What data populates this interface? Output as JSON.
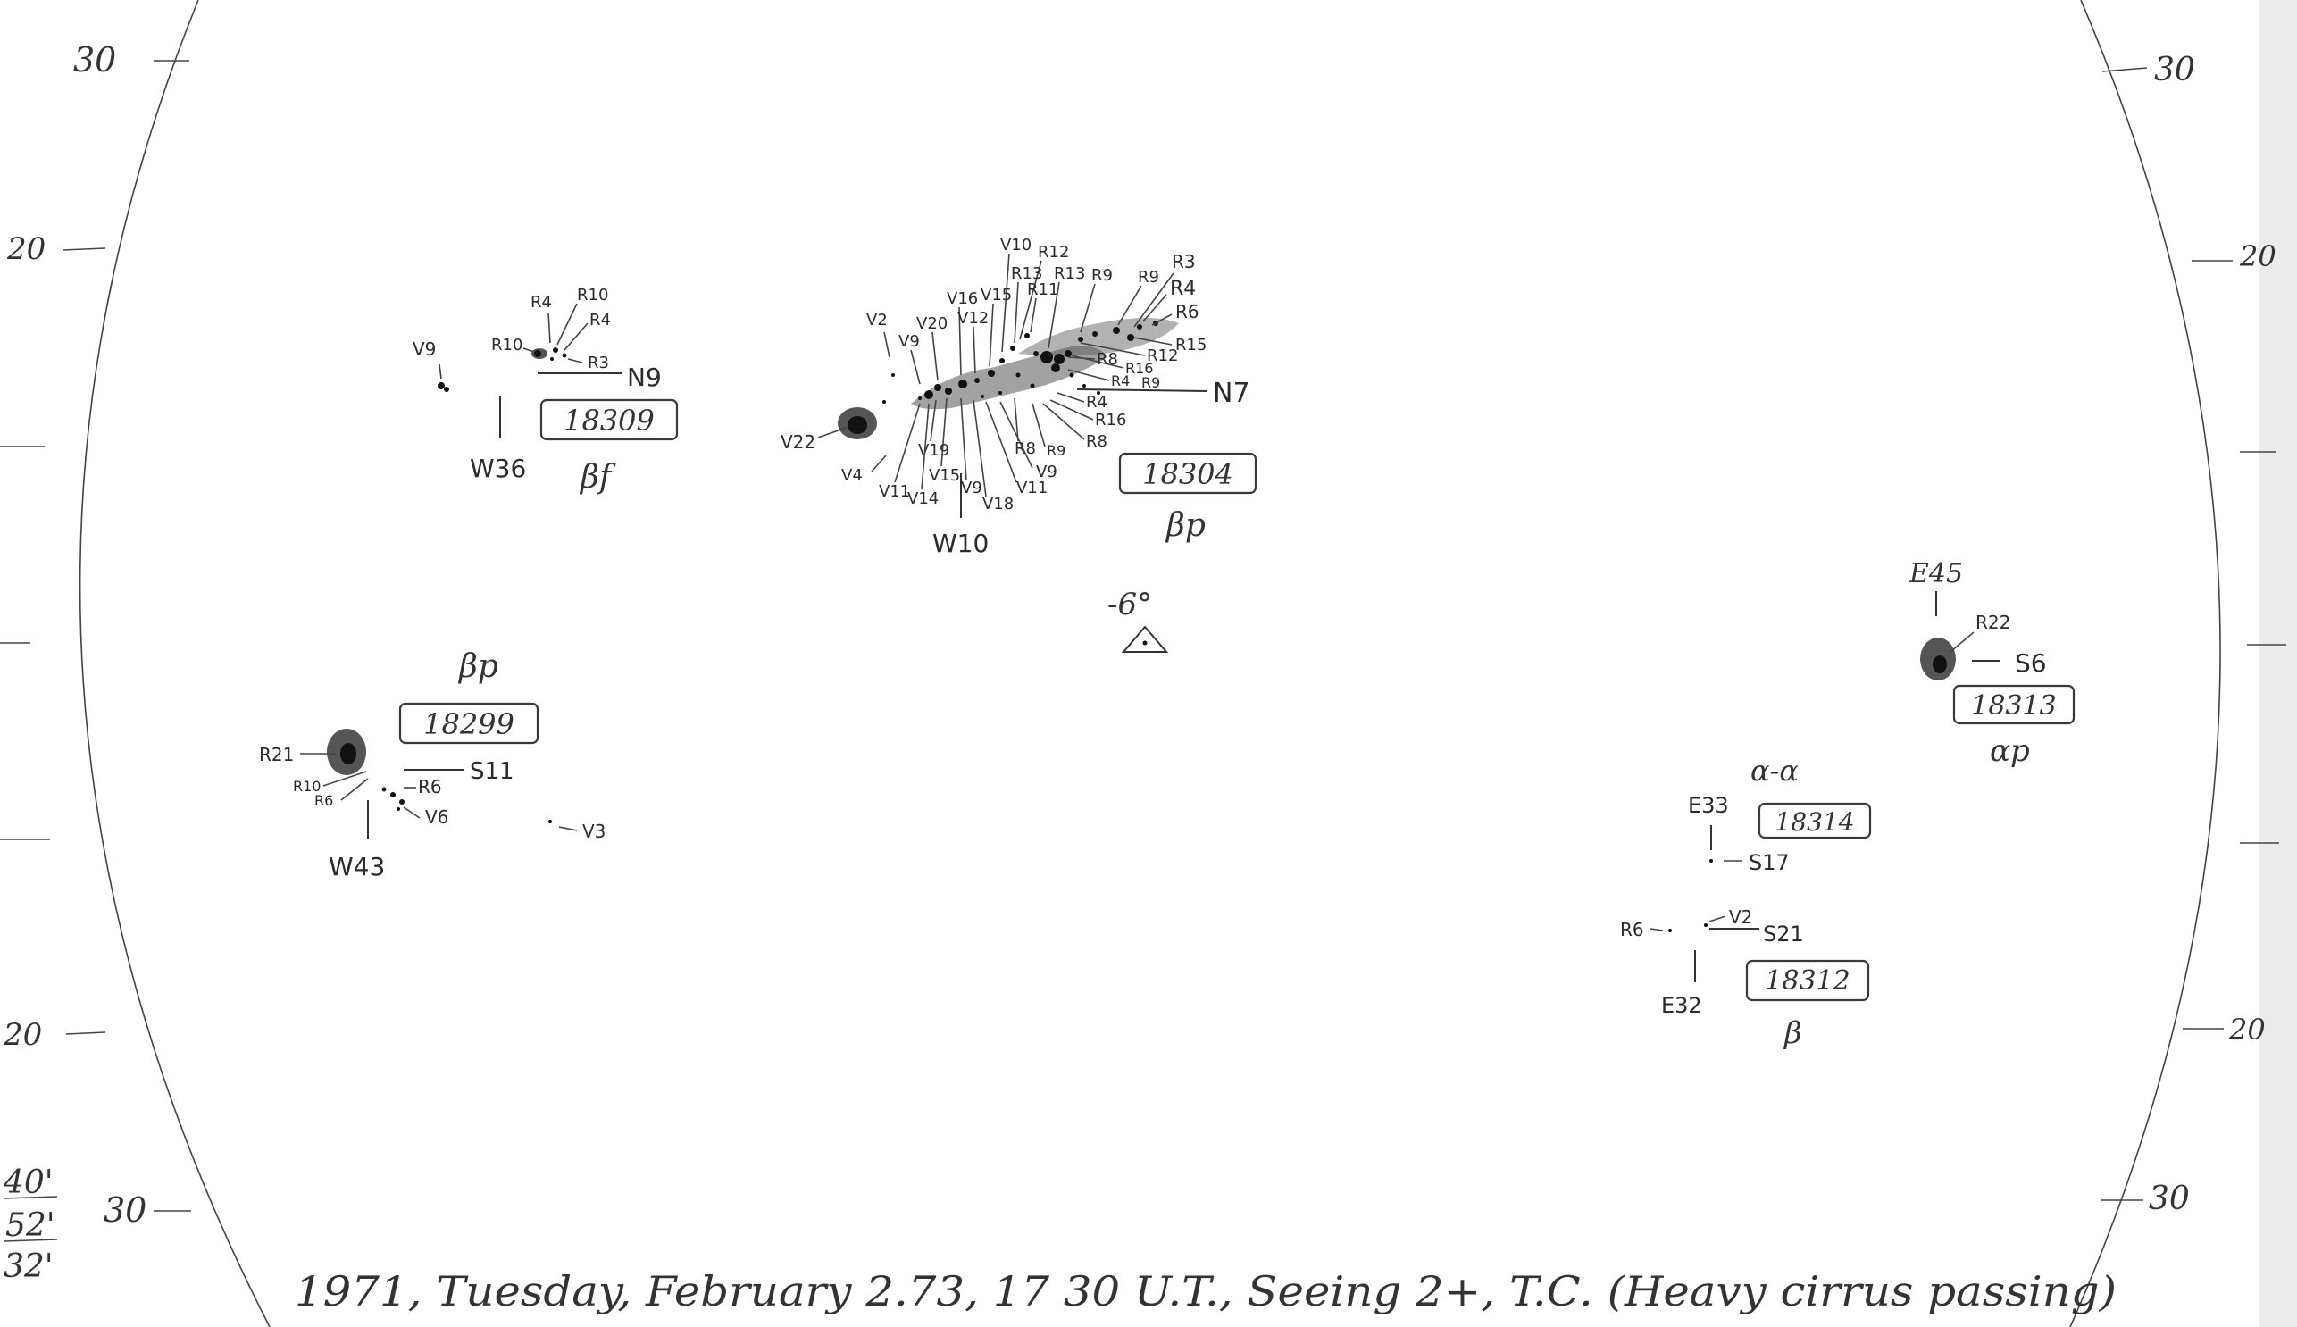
{
  "scale_labels": {
    "left": [
      "30",
      "20",
      "20",
      "30"
    ],
    "right": [
      "30",
      "20",
      "20",
      "30"
    ]
  },
  "margin_notes": [
    "40'",
    "52'",
    "32'"
  ],
  "footer": "1971, Tuesday, February 2.73, 17 30 U.T., Seeing 2+, T.C. (Heavy cirrus passing)",
  "orientation_mark": "-6°",
  "groups": [
    {
      "region": "18309",
      "class": "βf",
      "position": "W36",
      "latitude": "N9",
      "spot_labels": [
        "V9",
        "R10",
        "R4",
        "R10",
        "R4",
        "R3"
      ]
    },
    {
      "region": "18304",
      "class": "βp",
      "position": "W10",
      "latitude": "N7",
      "spot_labels": [
        "V22",
        "V2",
        "V9",
        "V20",
        "V16",
        "V12",
        "V15",
        "V10",
        "R12",
        "R13",
        "R11",
        "R13",
        "R9",
        "R9",
        "R3",
        "R4",
        "R6",
        "R15",
        "R12",
        "R16",
        "R8",
        "R4",
        "R9",
        "R4",
        "R16",
        "R8",
        "R9",
        "R8",
        "V9",
        "V11",
        "V18",
        "V9",
        "V15",
        "V19",
        "V11",
        "V14",
        "V4"
      ]
    },
    {
      "region": "18299",
      "class": "βp",
      "position": "W43",
      "latitude": "S11",
      "spot_labels": [
        "R21",
        "R10",
        "R6",
        "R6",
        "V6",
        "V3"
      ]
    },
    {
      "region": "18313",
      "class": "αp",
      "position": "E45",
      "latitude": "S6",
      "spot_labels": [
        "R22"
      ]
    },
    {
      "region": "18314",
      "class": "α-α",
      "position": "E33",
      "latitude": "S17",
      "spot_labels": []
    },
    {
      "region": "18312",
      "class": "β",
      "position": "E32",
      "latitude": "S21",
      "spot_labels": [
        "R6",
        "V2"
      ]
    }
  ]
}
